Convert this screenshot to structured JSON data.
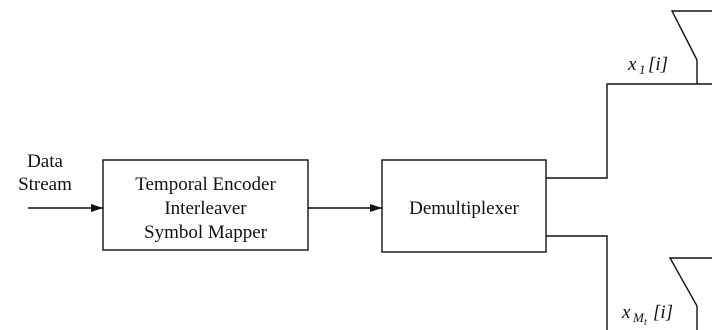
{
  "input": {
    "line1": "Data",
    "line2": "Stream"
  },
  "encoder_block": {
    "line1": "Temporal Encoder",
    "line2": "Interleaver",
    "line3": "Symbol Mapper"
  },
  "demux_block": {
    "label": "Demultiplexer"
  },
  "outputs": {
    "first": {
      "var": "x",
      "sub": "1",
      "index": "[i]"
    },
    "last": {
      "var": "x",
      "sub": "M",
      "subsub": "t",
      "index": "[i]"
    }
  }
}
